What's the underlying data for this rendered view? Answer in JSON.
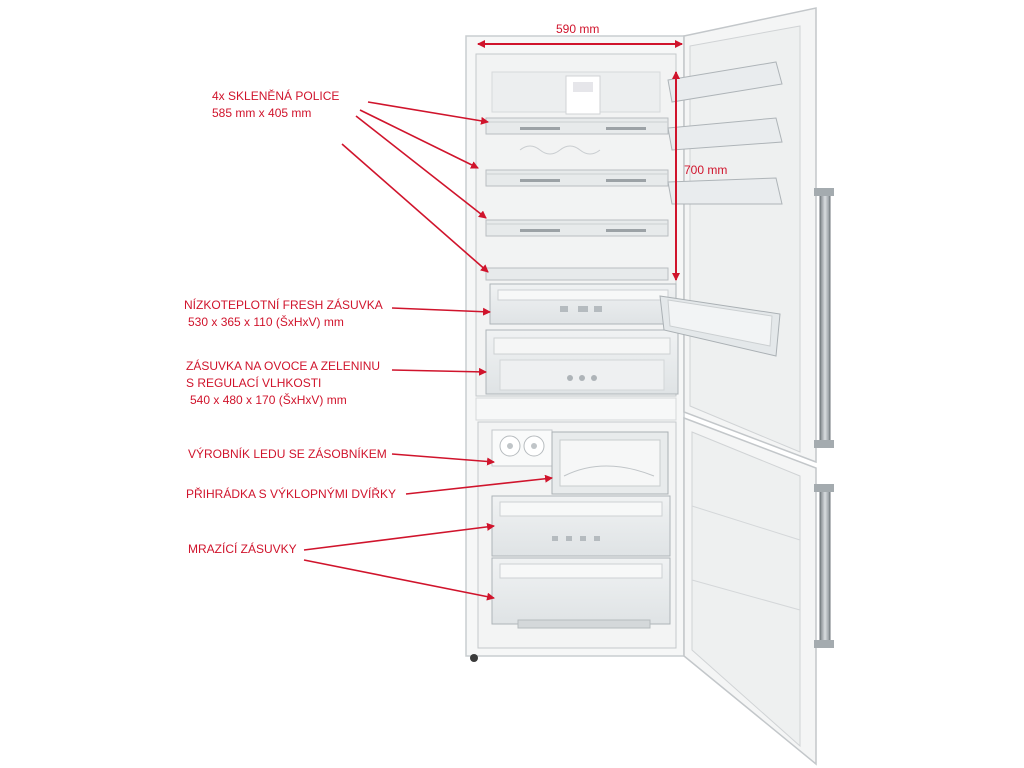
{
  "dimensions": {
    "width": "590 mm",
    "height": "700 mm"
  },
  "callouts": {
    "shelves_title": "4x SKLENĚNÁ POLICE",
    "shelves_size": "585 mm x 405 mm",
    "fresh_title": "NÍZKOTEPLOTNÍ FRESH ZÁSUVKA",
    "fresh_size": "530 x 365 x 110 (ŠxHxV) mm",
    "crisper_title": "ZÁSUVKA NA OVOCE A ZELENINU",
    "crisper_subtitle": "S REGULACÍ VLHKOSTI",
    "crisper_size": "540 x 480 x 170 (ŠxHxV) mm",
    "ice": "VÝROBNÍK LEDU SE ZÁSOBNÍKEM",
    "flap": "PŘIHRÁDKA S VÝKLOPNÝMI DVÍŘKY",
    "freezer": "MRAZÍCÍ ZÁSUVKY"
  },
  "colors": {
    "annotation": "#d0142c",
    "body": "#f4f5f5",
    "handle": "#9aa1a6"
  },
  "icons": [
    "fridge-illustration",
    "arrow-icon"
  ]
}
